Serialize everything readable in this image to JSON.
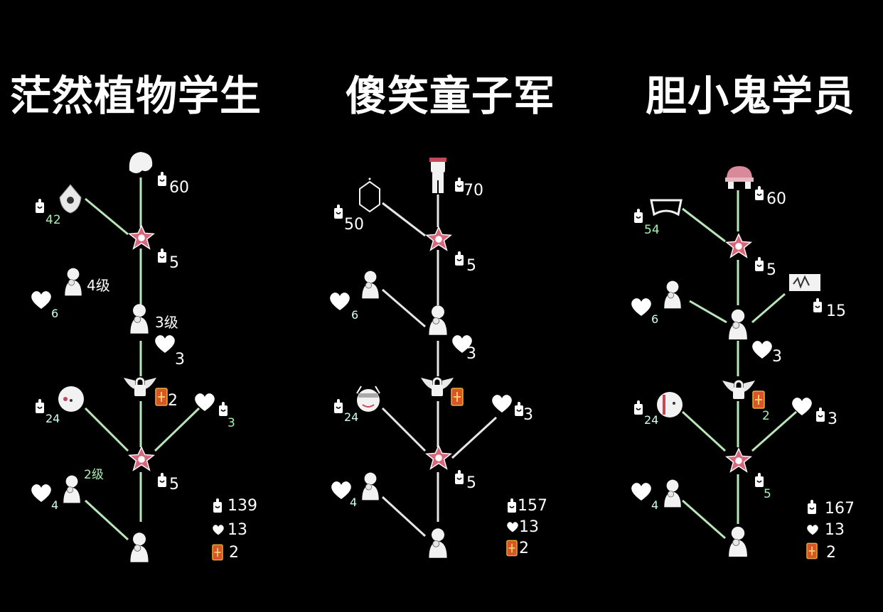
{
  "columns": [
    {
      "title": "茫然植物学生",
      "labels": {
        "top_cost": "60",
        "cape_cost": "42",
        "star1_cost": "5",
        "lvl4": "4级",
        "heart_left": "6",
        "lvl3": "3级",
        "heart_mid": "3",
        "gate_cost": "2",
        "mask_cost": "24",
        "heart_right": "3",
        "lvl2": "2级",
        "star2_cost": "5",
        "heart_bottom": "4"
      },
      "totals": {
        "candles": "139",
        "hearts": "13",
        "tickets": "2"
      }
    },
    {
      "title": "傻笑童子军",
      "labels": {
        "top_cost": "70",
        "cape_cost": "50",
        "star1_cost": "5",
        "heart_left": "6",
        "heart_mid": "3",
        "mask_cost": "24",
        "heart_right": "3",
        "star2_cost": "5",
        "heart_bottom": "4"
      },
      "totals": {
        "candles": "157",
        "hearts": "13",
        "tickets": "2"
      }
    },
    {
      "title": "胆小鬼学员",
      "labels": {
        "top_cost": "60",
        "cape_cost": "54",
        "star1_cost": "5",
        "heart_left": "6",
        "prop_cost": "15",
        "heart_mid": "3",
        "gate_cost": "2",
        "mask_cost": "24",
        "heart_right": "3",
        "star2_cost": "5",
        "heart_bottom": "4"
      },
      "totals": {
        "candles": "167",
        "hearts": "13",
        "tickets": "2"
      }
    }
  ],
  "colors": {
    "line": "#b8e6b8",
    "star": "#d9667a",
    "ticket": "#d9542b",
    "node": "#f2f2f2"
  }
}
